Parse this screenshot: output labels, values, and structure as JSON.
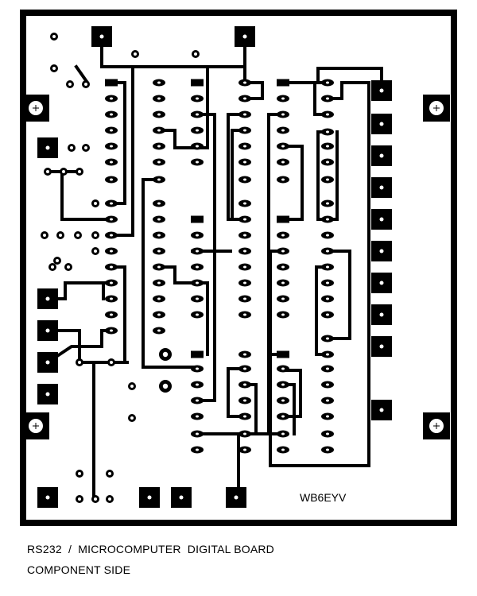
{
  "board": {
    "silkscreen_label": "WB6EYV",
    "colors": {
      "copper": "#000000",
      "substrate": "#ffffff"
    }
  },
  "caption": {
    "line1": "RS232  /  MICROCOMPUTER  DIGITAL BOARD",
    "line2": "COMPONENT SIDE"
  }
}
